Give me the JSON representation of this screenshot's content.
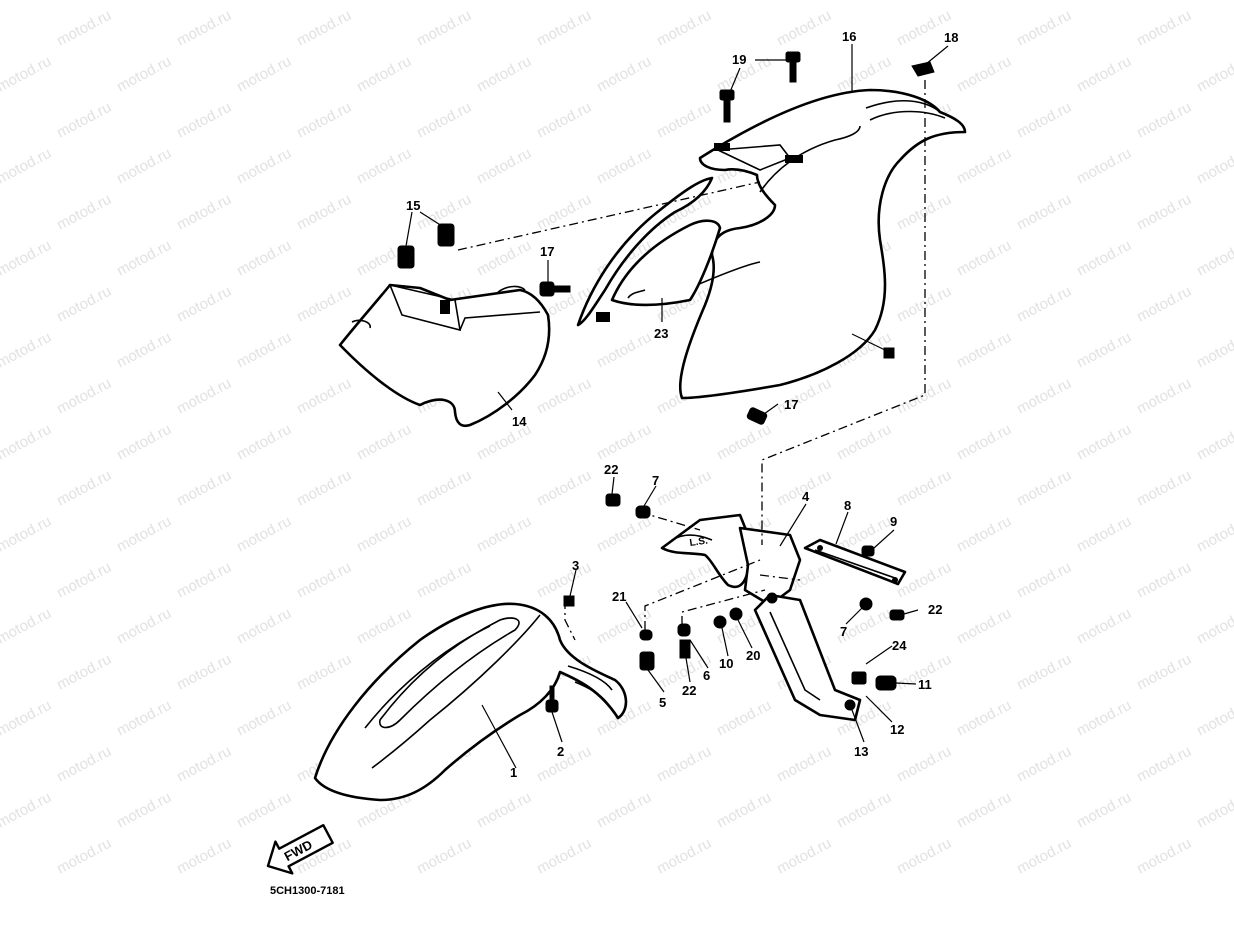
{
  "watermark": {
    "text": "motod.ru"
  },
  "diagram_code": "5CH1300-7181",
  "fwd_label": "FWD",
  "callouts": [
    {
      "id": "c1",
      "text": "1"
    },
    {
      "id": "c2",
      "text": "2"
    },
    {
      "id": "c3",
      "text": "3"
    },
    {
      "id": "c4",
      "text": "4"
    },
    {
      "id": "c5",
      "text": "5"
    },
    {
      "id": "c6",
      "text": "6"
    },
    {
      "id": "c7a",
      "text": "7"
    },
    {
      "id": "c7b",
      "text": "7"
    },
    {
      "id": "c8",
      "text": "8"
    },
    {
      "id": "c9",
      "text": "9"
    },
    {
      "id": "c10",
      "text": "10"
    },
    {
      "id": "c11",
      "text": "11"
    },
    {
      "id": "c12",
      "text": "12"
    },
    {
      "id": "c13",
      "text": "13"
    },
    {
      "id": "c14",
      "text": "14"
    },
    {
      "id": "c15",
      "text": "15"
    },
    {
      "id": "c16",
      "text": "16"
    },
    {
      "id": "c17a",
      "text": "17"
    },
    {
      "id": "c17b",
      "text": "17"
    },
    {
      "id": "c18",
      "text": "18"
    },
    {
      "id": "c19",
      "text": "19"
    },
    {
      "id": "c20",
      "text": "20"
    },
    {
      "id": "c21",
      "text": "21"
    },
    {
      "id": "c22a",
      "text": "22"
    },
    {
      "id": "c22b",
      "text": "22"
    },
    {
      "id": "c22c",
      "text": "22"
    },
    {
      "id": "c23",
      "text": "23"
    },
    {
      "id": "c24",
      "text": "24"
    }
  ]
}
